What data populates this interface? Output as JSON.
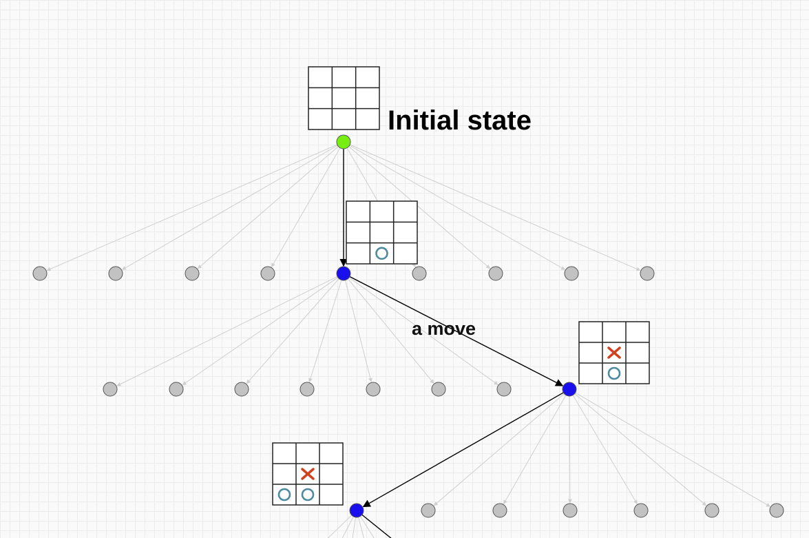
{
  "diagram": {
    "title": "Initial state",
    "edge_label": "a move",
    "colors": {
      "root_node": "#77ee11",
      "path_node": "#1a10ee",
      "leaf_node": "#c2c2c2",
      "path_edge": "#000000",
      "faded_edge": "#cfcfcf",
      "x_mark": "#d2401e",
      "o_mark": "#4d8aa0"
    },
    "boards": [
      {
        "id": "initial",
        "cells": [
          "",
          "",
          "",
          "",
          "",
          "",
          "",
          "",
          ""
        ]
      },
      {
        "id": "after-o",
        "cells": [
          "",
          "",
          "",
          "",
          "",
          "",
          "",
          "O",
          ""
        ]
      },
      {
        "id": "after-x",
        "cells": [
          "",
          "",
          "",
          "",
          "X",
          "",
          "",
          "O",
          ""
        ]
      },
      {
        "id": "after-oo",
        "cells": [
          "",
          "",
          "",
          "",
          "X",
          "",
          "O",
          "O",
          ""
        ]
      }
    ]
  }
}
